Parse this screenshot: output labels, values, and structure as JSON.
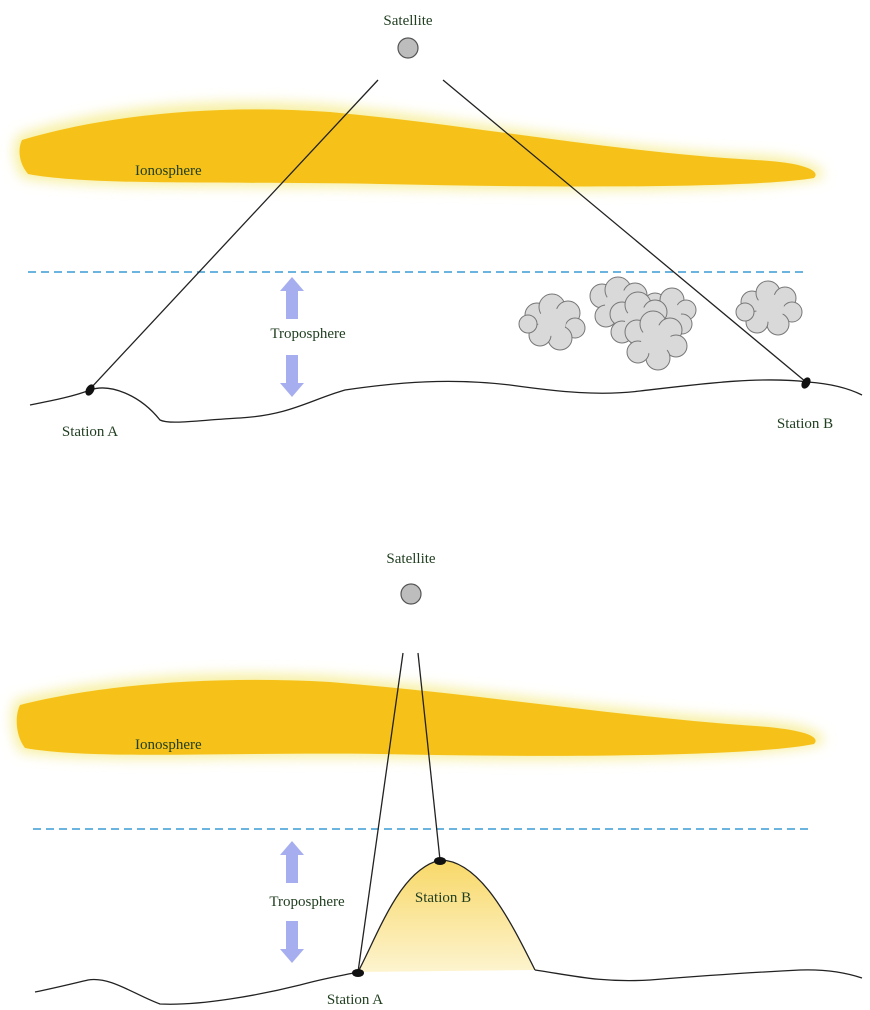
{
  "panel_top": {
    "satellite_label": "Satellite",
    "ionosphere_label": "Ionosphere",
    "troposphere_label": "Troposphere",
    "station_a_label": "Station A",
    "station_b_label": "Station B"
  },
  "panel_bottom": {
    "satellite_label": "Satellite",
    "ionosphere_label": "Ionosphere",
    "troposphere_label": "Troposphere",
    "station_a_label": "Station A",
    "station_b_label": "Station B"
  },
  "colors": {
    "ionosphere": "#f6c21a",
    "ionosphere_glow": "#f7f0a6",
    "tropopause_dash": "#3b9bd6",
    "arrow": "#a7aef0",
    "cloud_fill": "#d9d9d9",
    "satellite": "#bdbdbd",
    "mountain_top": "#f8d868",
    "mountain_bottom": "#fdf3c8"
  }
}
